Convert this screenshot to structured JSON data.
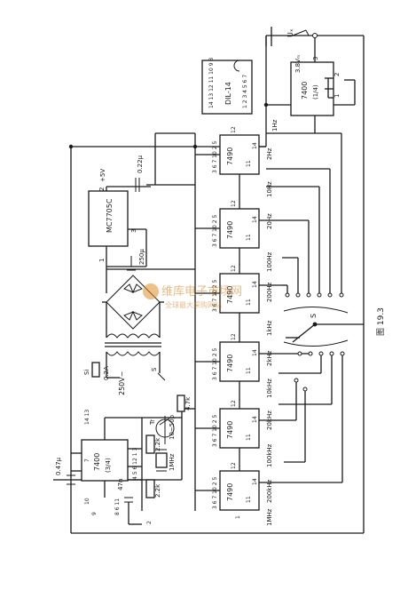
{
  "figure_label": "图 19.3",
  "watermark": {
    "brand": "维库电子市场网",
    "slogan": "全球最大采购网站"
  },
  "power": {
    "regulator": "MC7705C",
    "plus5v": "+5V",
    "cap_filter": "0.22μ",
    "cap_bulk": "250μ",
    "mains": "250V~",
    "fuse_ref": "Si",
    "fuse_value": "0.2A",
    "switch_s": "S",
    "pin1": "1",
    "pin2": "2",
    "pin3": "3"
  },
  "output": {
    "label_ux": "Uₓ",
    "level": "3.8Vₘ",
    "gate": "7400",
    "gate_frac": "(1/4)",
    "pin3": "3",
    "pin2": "2",
    "pin1": "1"
  },
  "dil": {
    "name": "DIL-14",
    "top_pins": "14 13 12 11 10 9 8",
    "bottom_pins": "1 2 3 4 5 6 7"
  },
  "oscillator": {
    "gate": "7400",
    "gate_frac": "(3/4)",
    "cap_in": "0.47μ",
    "res1": "2.2k",
    "res2": "2.2k",
    "cap_47n": "47n",
    "crystal": "1MHz",
    "trimmer": "10~50p",
    "tr": "Tr",
    "res_47k": "4.7k",
    "pins_top": "14 13",
    "pin7": "7",
    "pin10": "10",
    "pin9": "9",
    "pins_mid": "4 5 6 12 1 3",
    "pins_low": "8 6 11",
    "pin2": "2"
  },
  "divider": {
    "ic": "7490",
    "pin_a": "12",
    "pin_b": "14",
    "pin_c": "11",
    "pin_d": "1",
    "pins_side": "3 6 7 10 2 5"
  },
  "freqs": {
    "hz1": "1Hz",
    "hz2": "2Hz",
    "hz10": "10Hz",
    "hz20": "20Hz",
    "hz100": "100Hz",
    "hz200": "200Hz",
    "khz1": "1kHz",
    "khz2": "2kHz",
    "khz10": "10kHz",
    "khz20": "20kHz",
    "khz100": "100kHz",
    "khz200": "200kHz",
    "mhz1": "1MHz"
  },
  "selector_label": "S"
}
